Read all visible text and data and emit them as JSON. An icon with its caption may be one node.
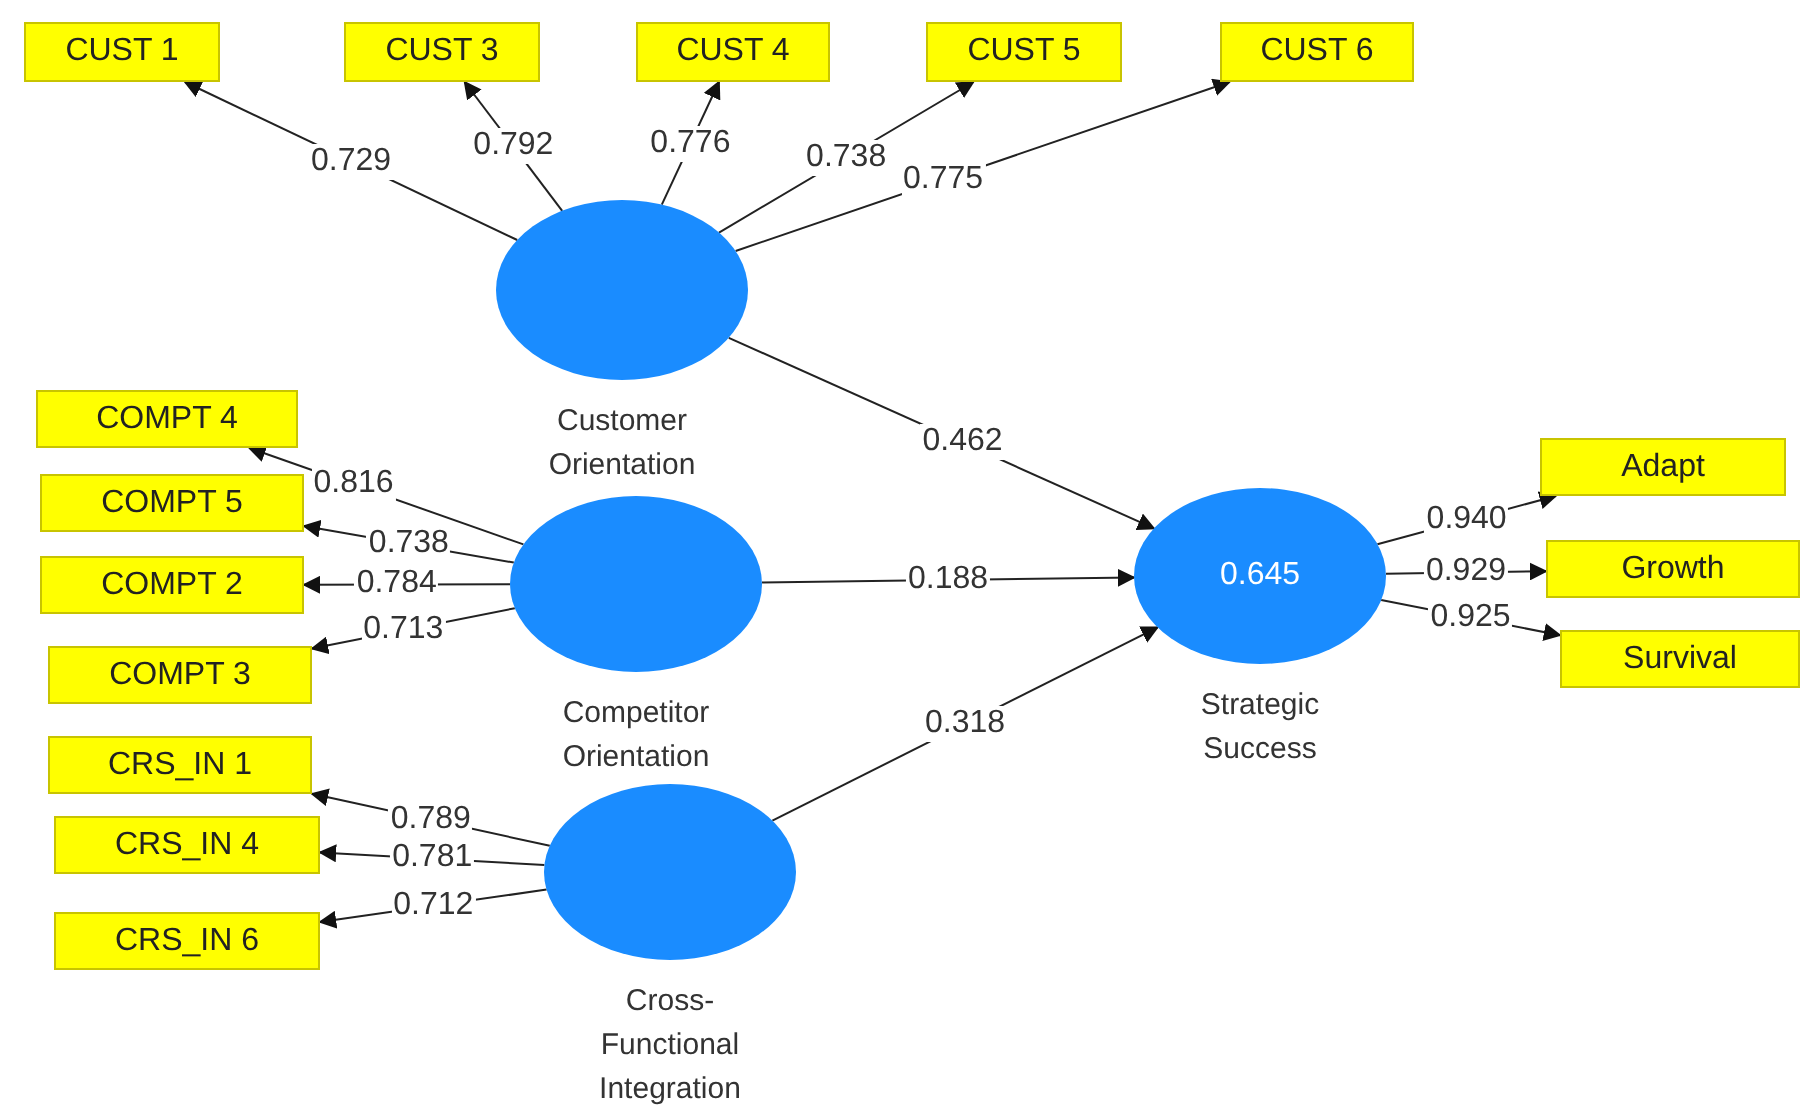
{
  "diagram": {
    "nodes": [
      {
        "text": [
          "CUST 1"
        ]
      },
      {
        "text": [
          "CUST 3"
        ]
      },
      {
        "text": [
          "CUST 4"
        ]
      },
      {
        "text": [
          "CUST 5"
        ]
      },
      {
        "text": [
          "CUST 6"
        ]
      },
      {
        "text": [
          "Customer Orientation"
        ]
      },
      {
        "text": [
          "COMPT 4"
        ]
      },
      {
        "text": [
          "COMPT 5"
        ]
      },
      {
        "text": [
          "COMPT 2"
        ]
      },
      {
        "text": [
          "COMPT 3"
        ]
      },
      {
        "text": [
          "Competitor Orientation"
        ]
      },
      {
        "text": [
          "0.645",
          "Strategic Success"
        ]
      },
      {
        "text": [
          "Adapt"
        ]
      },
      {
        "text": [
          "Growth"
        ]
      },
      {
        "text": [
          "Survival"
        ]
      },
      {
        "text": [
          "CRS_IN 1"
        ]
      },
      {
        "text": [
          "CRS_IN 4"
        ]
      },
      {
        "text": [
          "CRS_IN 6"
        ]
      },
      {
        "text": [
          "Cross-Functional Integration"
        ]
      }
    ],
    "edges": [
      {
        "from": 5,
        "to": 0,
        "arrow": "to",
        "label": "0.729"
      },
      {
        "from": 5,
        "to": 1,
        "arrow": "to",
        "label": "0.792"
      },
      {
        "from": 5,
        "to": 2,
        "arrow": "to",
        "label": "0.776"
      },
      {
        "from": 5,
        "to": 3,
        "arrow": "to",
        "label": "0.738"
      },
      {
        "from": 5,
        "to": 4,
        "arrow": "to",
        "label": "0.775"
      },
      {
        "from": 10,
        "to": 6,
        "arrow": "to",
        "label": "0.816"
      },
      {
        "from": 10,
        "to": 7,
        "arrow": "to",
        "label": "0.738"
      },
      {
        "from": 10,
        "to": 8,
        "arrow": "to",
        "label": "0.784"
      },
      {
        "from": 10,
        "to": 9,
        "arrow": "to",
        "label": "0.713"
      },
      {
        "from": 5,
        "to": 11,
        "arrow": "to",
        "label": "0.462"
      },
      {
        "from": 10,
        "to": 11,
        "arrow": "to",
        "label": "0.188"
      },
      {
        "from": 18,
        "to": 11,
        "arrow": "to",
        "label": "0.318"
      },
      {
        "from": 11,
        "to": 12,
        "arrow": "to",
        "label": "0.940"
      },
      {
        "from": 11,
        "to": 13,
        "arrow": "to",
        "label": "0.929"
      },
      {
        "from": 11,
        "to": 14,
        "arrow": "to",
        "label": "0.925"
      },
      {
        "from": 18,
        "to": 15,
        "arrow": "to",
        "label": "0.789"
      },
      {
        "from": 18,
        "to": 16,
        "arrow": "to",
        "label": "0.781"
      },
      {
        "from": 18,
        "to": 17,
        "arrow": "to",
        "label": "0.712"
      }
    ]
  }
}
